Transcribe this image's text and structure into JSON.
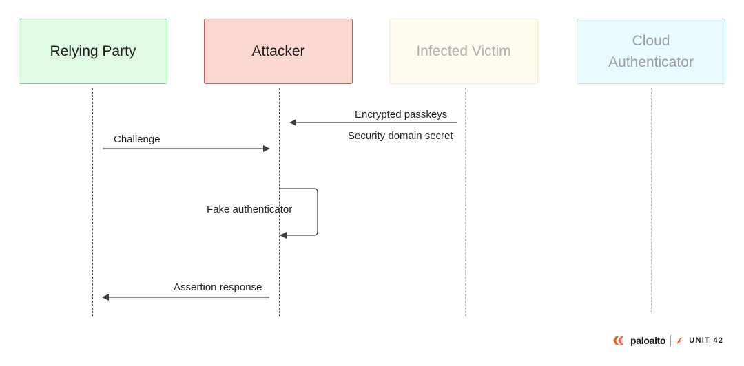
{
  "actors": [
    {
      "label": "Relying Party",
      "fill": "#e0fbe3",
      "border": "#6fd27f",
      "text_color": "#1c1c1c"
    },
    {
      "label": "Attacker",
      "fill": "#fdd7d1",
      "border": "#d5524b",
      "text_color": "#1c1c1c"
    },
    {
      "label": "Infected Victim",
      "fill": "#fffbee",
      "border": "#fbe9c2",
      "text_color": "#b0b0b0"
    },
    {
      "label": "Cloud Authenticator",
      "fill": "#e9fbff",
      "border": "#a8e4f0",
      "text_color": "#9d9d9d"
    }
  ],
  "messages": {
    "encrypted_passkeys": "Encrypted passkeys",
    "security_domain_secret": "Security domain secret",
    "challenge": "Challenge",
    "fake_authenticator": "Fake authenticator",
    "assertion_response": "Assertion response"
  },
  "branding": {
    "paloalto": "paloalto",
    "unit42": "UNIT 42"
  }
}
